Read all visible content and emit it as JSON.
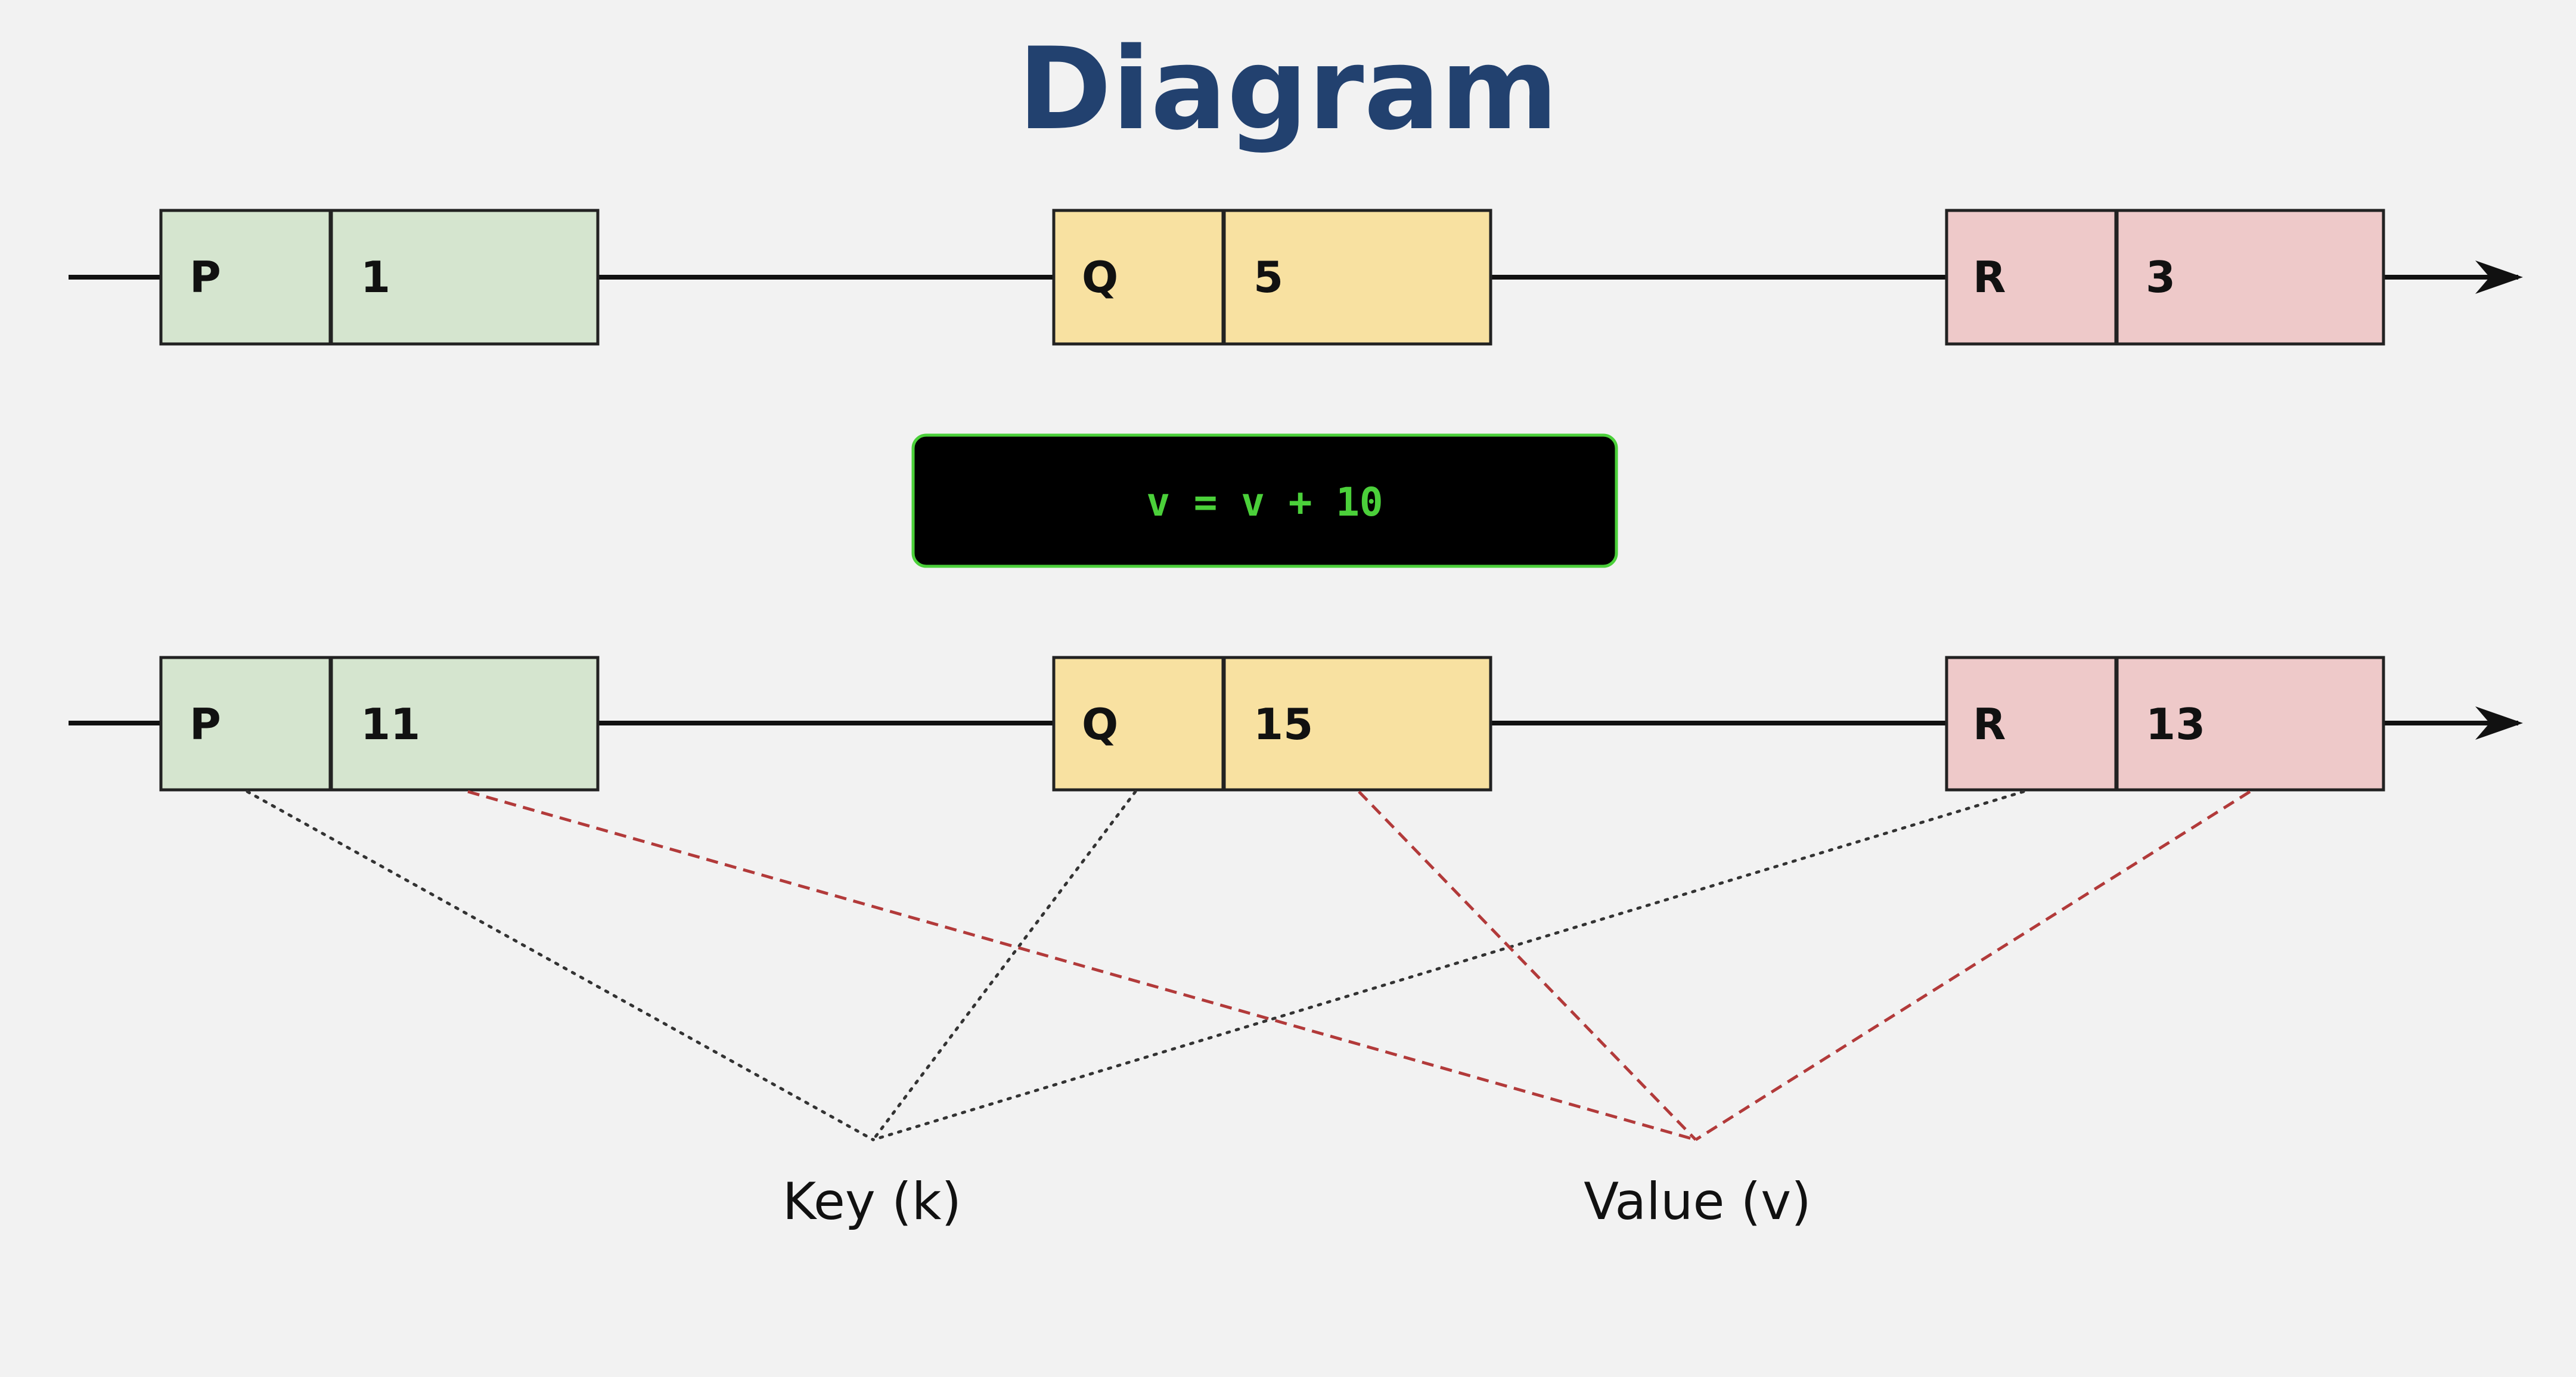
{
  "title": "Diagram",
  "rows": {
    "before": [
      {
        "key": "P",
        "value": "1"
      },
      {
        "key": "Q",
        "value": "5"
      },
      {
        "key": "R",
        "value": "3"
      }
    ],
    "after": [
      {
        "key": "P",
        "value": "11"
      },
      {
        "key": "Q",
        "value": "15"
      },
      {
        "key": "R",
        "value": "13"
      }
    ]
  },
  "operation": "v = v + 10",
  "labels": {
    "key": "Key (k)",
    "value": "Value (v)"
  },
  "colors": {
    "title": "#22416f",
    "p_fill": "#d5e5cf",
    "q_fill": "#f8e1a1",
    "r_fill": "#eec9c9",
    "op_bg": "#000000",
    "op_border": "#4bd03a",
    "op_text": "#4bd03a",
    "key_line": "#333333",
    "value_line": "#b23a3a"
  }
}
